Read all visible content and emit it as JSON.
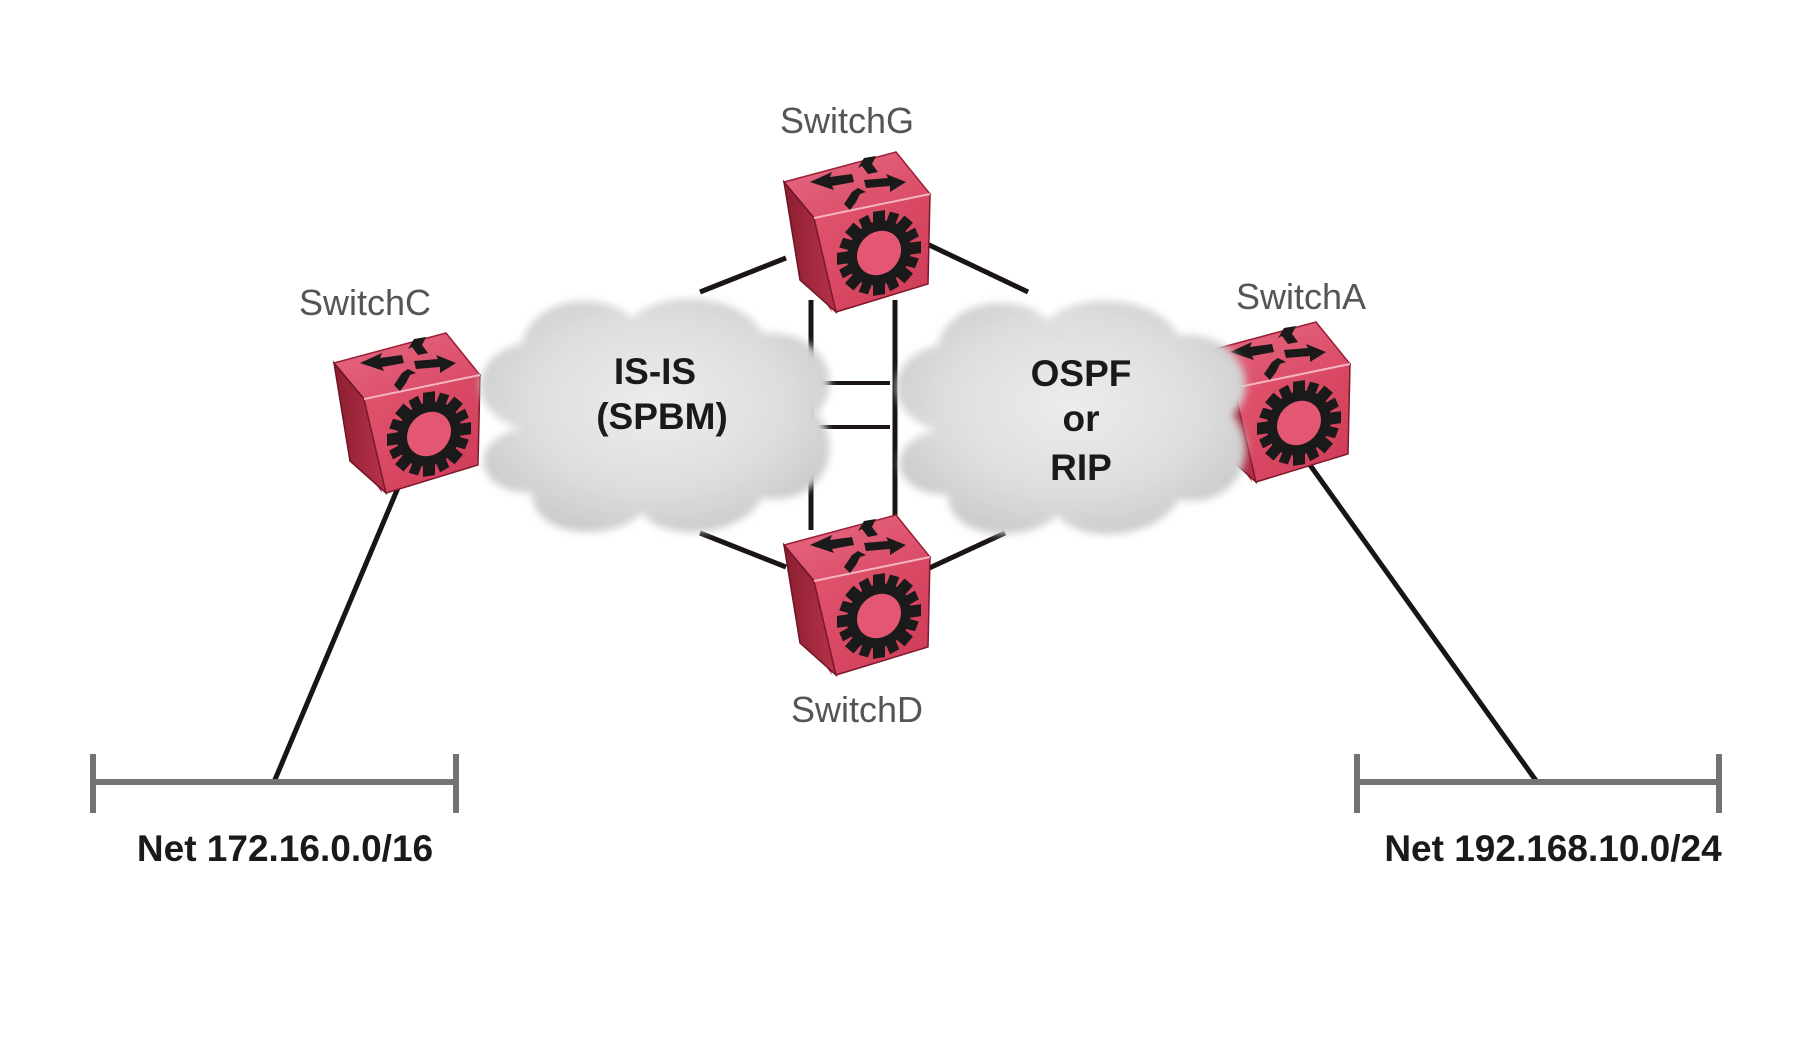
{
  "diagram": {
    "switches": [
      {
        "id": "SwitchG",
        "label": "SwitchG"
      },
      {
        "id": "SwitchC",
        "label": "SwitchC"
      },
      {
        "id": "SwitchA",
        "label": "SwitchA"
      },
      {
        "id": "SwitchD",
        "label": "SwitchD"
      }
    ],
    "clouds": [
      {
        "id": "isis",
        "lines": [
          "IS-IS",
          "(SPBM)"
        ]
      },
      {
        "id": "ospf",
        "lines": [
          "OSPF",
          "or",
          "RIP"
        ]
      }
    ],
    "networks": [
      {
        "id": "net-left",
        "label": "Net 172.16.0.0/16",
        "attached_to": "SwitchC"
      },
      {
        "id": "net-right",
        "label": "Net 192.168.10.0/24",
        "attached_to": "SwitchA"
      }
    ],
    "links": [
      {
        "from": "SwitchG",
        "to": "isis"
      },
      {
        "from": "SwitchG",
        "to": "ospf"
      },
      {
        "from": "SwitchD",
        "to": "isis"
      },
      {
        "from": "SwitchD",
        "to": "ospf"
      },
      {
        "from": "SwitchG",
        "to": "SwitchD"
      },
      {
        "from": "isis",
        "to": "ospf"
      },
      {
        "from": "SwitchC",
        "to": "isis"
      },
      {
        "from": "SwitchA",
        "to": "ospf"
      },
      {
        "from": "SwitchC",
        "to": "net-left"
      },
      {
        "from": "SwitchA",
        "to": "net-right"
      }
    ],
    "colors": {
      "switch_front": "#d9435f",
      "switch_top": "#e05a74",
      "switch_side": "#a0263a",
      "glyph": "#1a1a1a",
      "cloud": "#e2e2e2",
      "link": "#1a1414",
      "net_bar": "#737373",
      "label_gray": "#555555"
    }
  }
}
